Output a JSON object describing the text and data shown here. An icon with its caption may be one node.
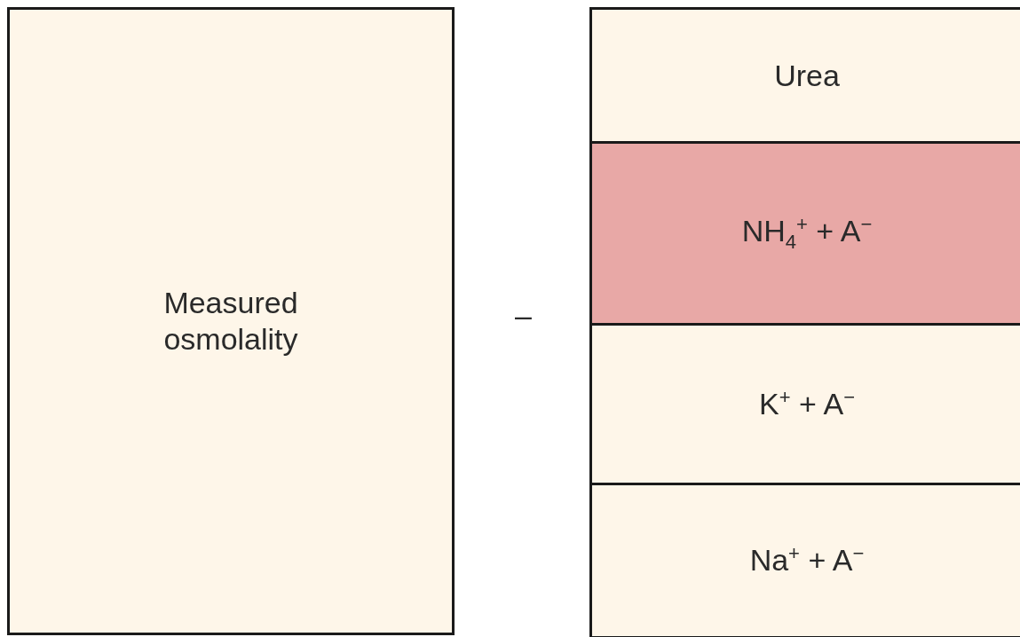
{
  "diagram": {
    "nodes": [
      {
        "text": [
          "Measured osmolality"
        ]
      },
      {
        "text": [
          "Urea"
        ]
      },
      {
        "text": [
          "NH$_{4}$$^{+}$ + A$^{−}$"
        ]
      },
      {
        "text": [
          "K$^{+}$ + A$^{−}$"
        ]
      },
      {
        "text": [
          "Na$^{+}$ + A$^{−}$"
        ]
      }
    ],
    "labels": [
      "–"
    ]
  }
}
